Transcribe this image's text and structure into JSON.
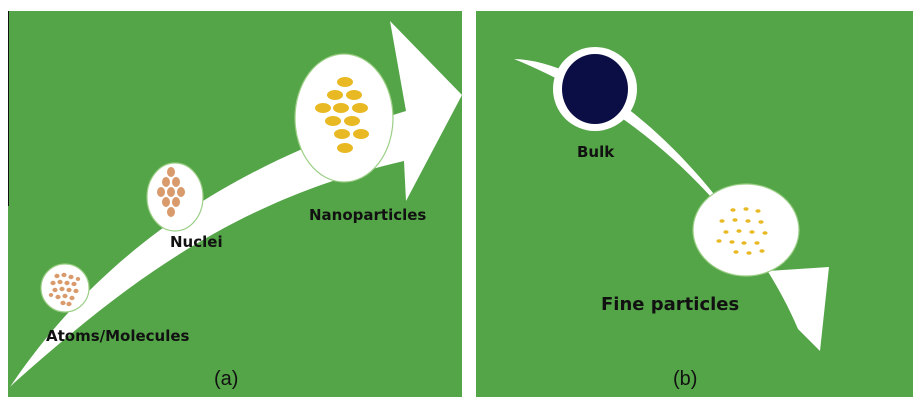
{
  "colors": {
    "background": "#54a448",
    "arrow": "#ffffff",
    "atoms_particle": "#d99a6c",
    "nano_particle": "#e8b923",
    "bulk": "#0a0e44"
  },
  "panel_a": {
    "caption": "(a)",
    "stages": {
      "atoms": "Atoms/Molecules",
      "nuclei": "Nuclei",
      "nanoparticles": "Nanoparticles"
    }
  },
  "panel_b": {
    "caption": "(b)",
    "stages": {
      "bulk": "Bulk",
      "fine": "Fine particles"
    }
  }
}
